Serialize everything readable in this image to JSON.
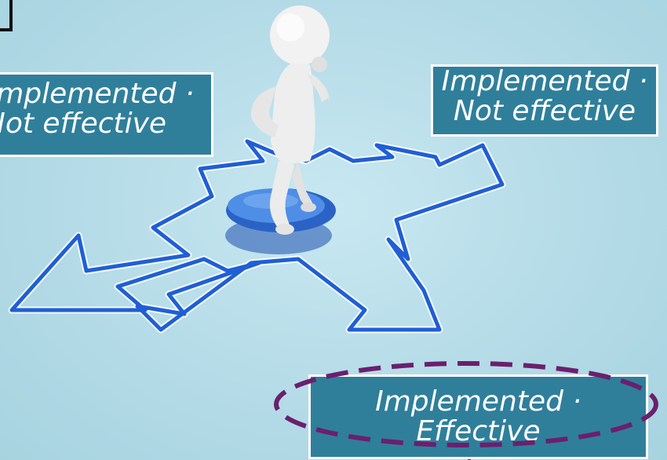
{
  "labels": {
    "left": {
      "line1": "Implemented ·",
      "line2": "Not effective"
    },
    "right": {
      "line1": "Implemented ·",
      "line2": "Not effective"
    },
    "bottom": {
      "line1": "Implemented ·",
      "line2": "Effective"
    }
  },
  "colors": {
    "background": "#b5dce8",
    "label_fill": "#2f7f9b",
    "arrow_outline": "#1f5fd6",
    "pedestal": "#2e6fd0",
    "highlight_ellipse": "#6b1f6e"
  },
  "icons": {
    "figure": "thinking-stick-figure-icon",
    "arrows": "four-way-arrows-icon",
    "highlight": "dashed-ellipse-highlight"
  }
}
